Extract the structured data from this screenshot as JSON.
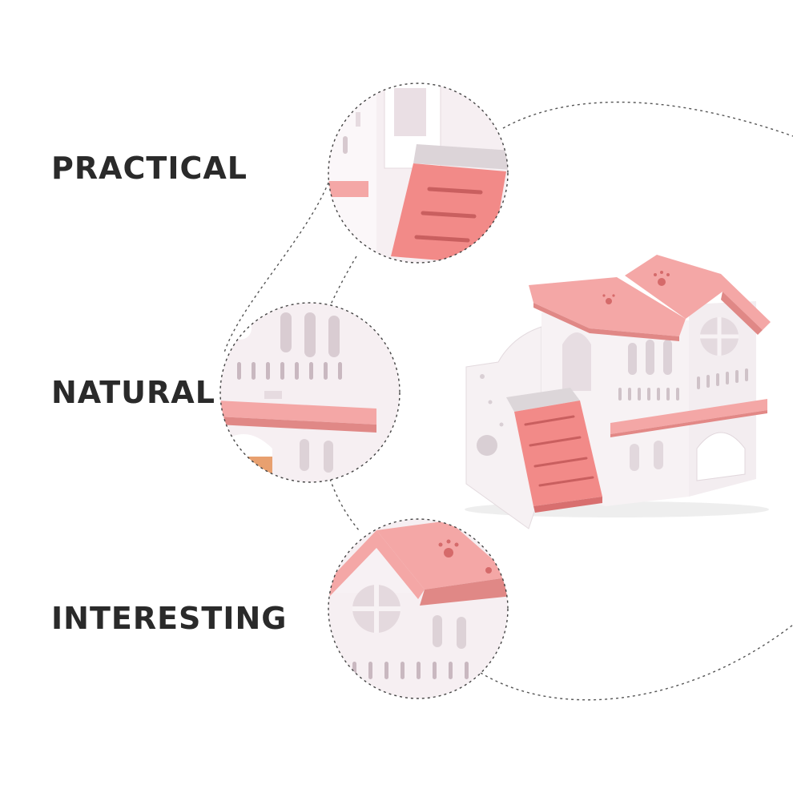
{
  "features": [
    {
      "label": "PRACTICAL"
    },
    {
      "label": "NATURAL"
    },
    {
      "label": "INTERESTING"
    }
  ],
  "colors": {
    "pink_roof": "#f4a7a6",
    "pink_ramp": "#f28a88",
    "pink_dark": "#e46f6f",
    "white_wall": "#f6f1f3",
    "wall_shade": "#e9e1e5",
    "text": "#2a2a2a",
    "dotted_line": "#555555"
  },
  "product": {
    "name_icon": "hamster-house-illustration",
    "callout_count": 3
  }
}
